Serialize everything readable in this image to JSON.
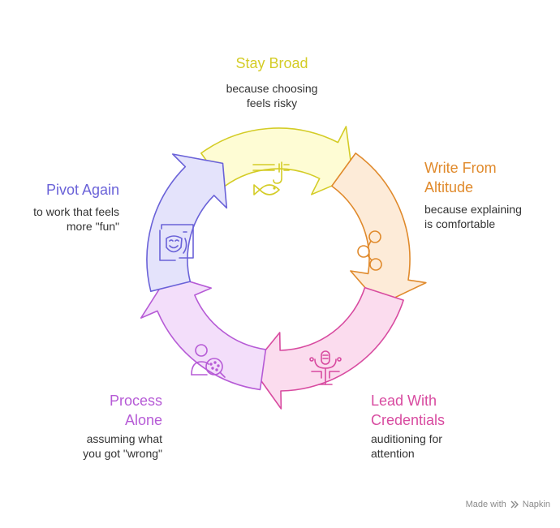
{
  "stages": [
    {
      "id": "stay",
      "title_lines": [
        "Stay Broad"
      ],
      "desc_lines": [
        "because choosing",
        "feels risky"
      ],
      "color": "#d4cc26",
      "fill": "#fefcd4",
      "icon": "fish-hook-icon"
    },
    {
      "id": "write",
      "title_lines": [
        "Write From",
        "Altitude"
      ],
      "desc_lines": [
        "because explaining",
        "is comfortable"
      ],
      "color": "#e08a2c",
      "fill": "#fdebd8",
      "icon": "nodes-link-icon"
    },
    {
      "id": "lead",
      "title_lines": [
        "Lead With",
        "Credentials"
      ],
      "desc_lines": [
        "auditioning for",
        "attention"
      ],
      "color": "#d84ba0",
      "fill": "#fbdcee",
      "icon": "microphone-stand-icon"
    },
    {
      "id": "process",
      "title_lines": [
        "Process",
        "Alone"
      ],
      "desc_lines": [
        "assuming what",
        "you got \"wrong\""
      ],
      "color": "#b65bd6",
      "fill": "#f3defa",
      "icon": "person-magnifier-icon"
    },
    {
      "id": "pivot",
      "title_lines": [
        "Pivot Again"
      ],
      "desc_lines": [
        "to work that feels",
        "more \"fun\""
      ],
      "color": "#6a62d8",
      "fill": "#e4e3fb",
      "icon": "theater-mask-icon"
    }
  ],
  "watermark": {
    "prefix": "Made with",
    "brand": "Napkin",
    "icon": "napkin-logo-icon"
  }
}
